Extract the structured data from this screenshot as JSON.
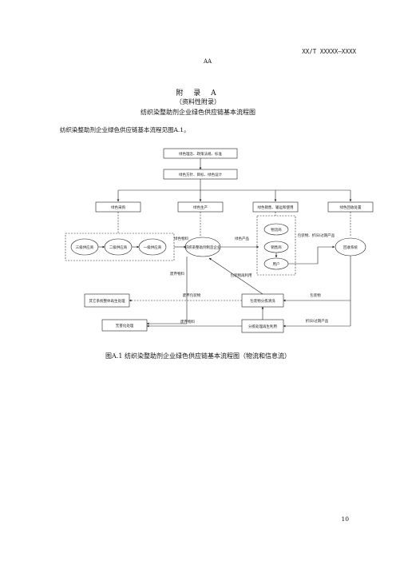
{
  "header": {
    "code": "XX/T XXXXX—XXXX",
    "mark": "AA"
  },
  "title": {
    "line1": "附 录 A",
    "line2": "（资料性附录）",
    "line3": "纺织染整助剂企业绿色供应链基本流程图"
  },
  "intro": "纺织染整助剂企业绿色供应链基本流程见图A.1。",
  "diagram": {
    "top1": "绿色理念、政策法规、标准",
    "top2": "绿色方针、目标、绿色设计",
    "purchase": "绿色采购",
    "production": "绿色生产",
    "sales": "绿色销售、输运和使用",
    "recycle": "绿色回收处置",
    "supplier3": "三级供应商",
    "supplier2": "二级供应商",
    "supplier1": "一级供应商",
    "enterprise": "纺织染整助剂制造企业",
    "logistics": "物流商",
    "dealer": "销售商",
    "user": "用户",
    "recycle_sys": "回收系统",
    "other_sys": "其它系统整体再生处理",
    "pack_sort": "包装物分拣清洗",
    "harmless": "无害化处理",
    "sort_reuse": "分拣处理再生利用",
    "lbl_material": "绿色物料",
    "lbl_product": "绿色产品",
    "lbl_pack_eol": "包装物、折旧/过期产品",
    "lbl_waste_mat": "废弃物料",
    "lbl_pack_reuse": "包装物再利用",
    "lbl_waste_pack": "废弃包装物",
    "lbl_pack": "包装物",
    "lbl_waste_mat2": "废弃物料",
    "lbl_eol": "折旧/过期产品"
  },
  "caption": "图A.1  纺织染整助剂企业绿色供应链基本流程图（物流和信息流）",
  "page_number": "10"
}
